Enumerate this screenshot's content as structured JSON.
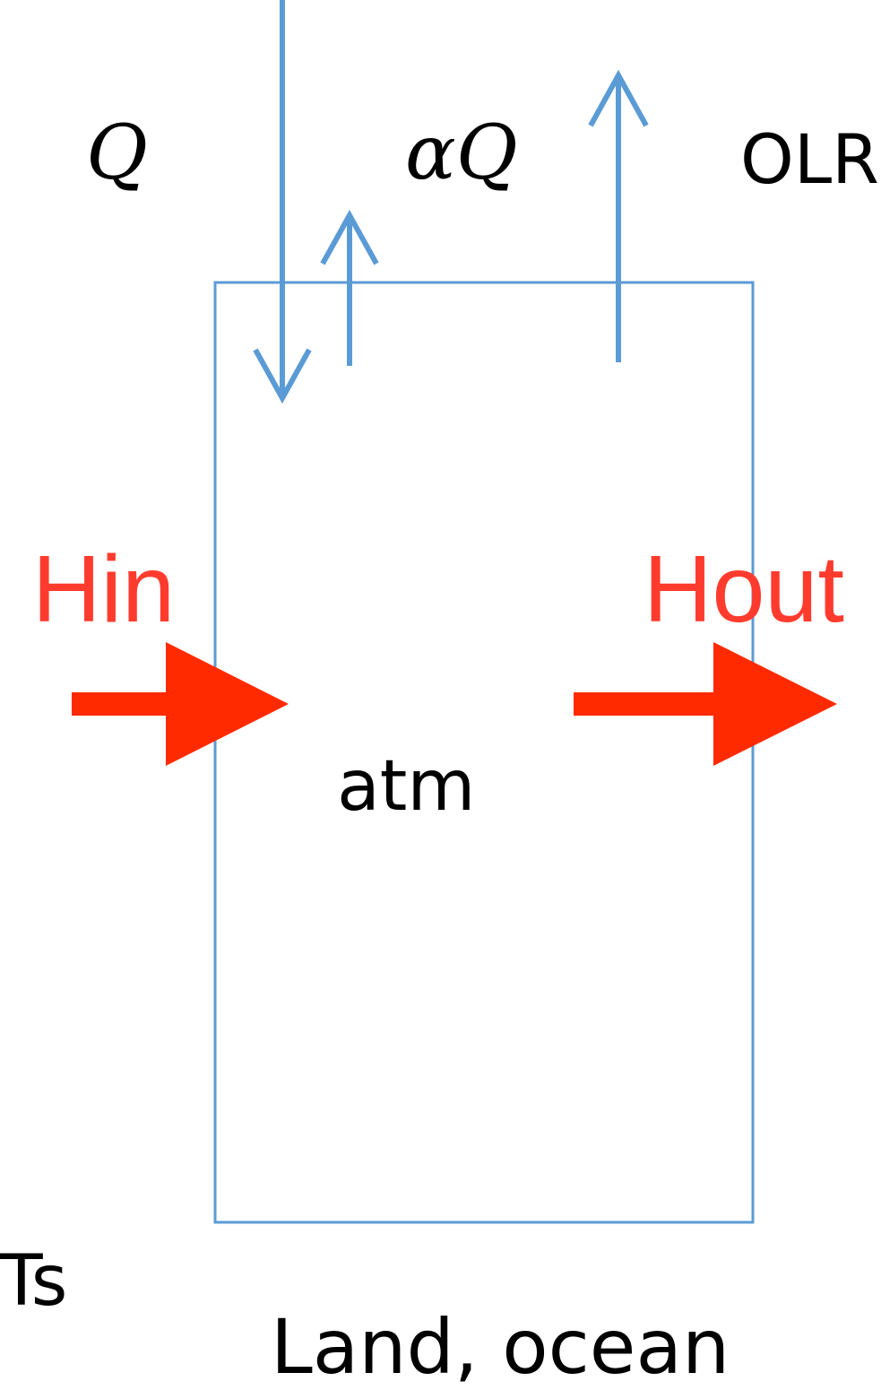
{
  "labels": {
    "incoming": "Q",
    "reflected": "αQ",
    "outgoing": "OLR",
    "heat_in": "Hin",
    "heat_out": "Hout",
    "box": "atm",
    "surface_temp": "Ts",
    "surface": "Land, ocean"
  },
  "colors": {
    "radiation": "#5b9bd5",
    "heat": "#ff2a00",
    "text": "#000000",
    "heat_text": "#ff3b2e"
  }
}
